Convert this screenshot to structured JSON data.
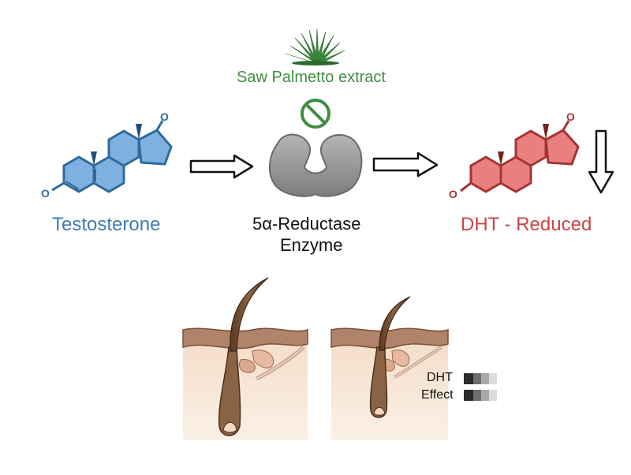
{
  "colors": {
    "inhibitor_green": "#3e8e41",
    "testosterone_blue": "#5b9bd5",
    "testosterone_stroke": "#2f6a9a",
    "dht_red": "#e06666",
    "dht_stroke": "#a53434",
    "enzyme_gray": "#9a9a9a",
    "skin": "#f3d9c2",
    "hair": "#6b4a30"
  },
  "icons": {
    "plant": "saw-palmetto-plant-icon",
    "inhibit": "prohibition-icon",
    "enzyme": "enzyme-shape",
    "decrease": "down-arrow-icon"
  },
  "labels": {
    "inhibitor": "Saw Palmetto extract",
    "substrate": "Testosterone",
    "enzyme_line1": "5α-Reductase",
    "enzyme_line2": "Enzyme",
    "product": "DHT - Reduced",
    "scale_dht": "DHT",
    "scale_effect": "Effect"
  }
}
